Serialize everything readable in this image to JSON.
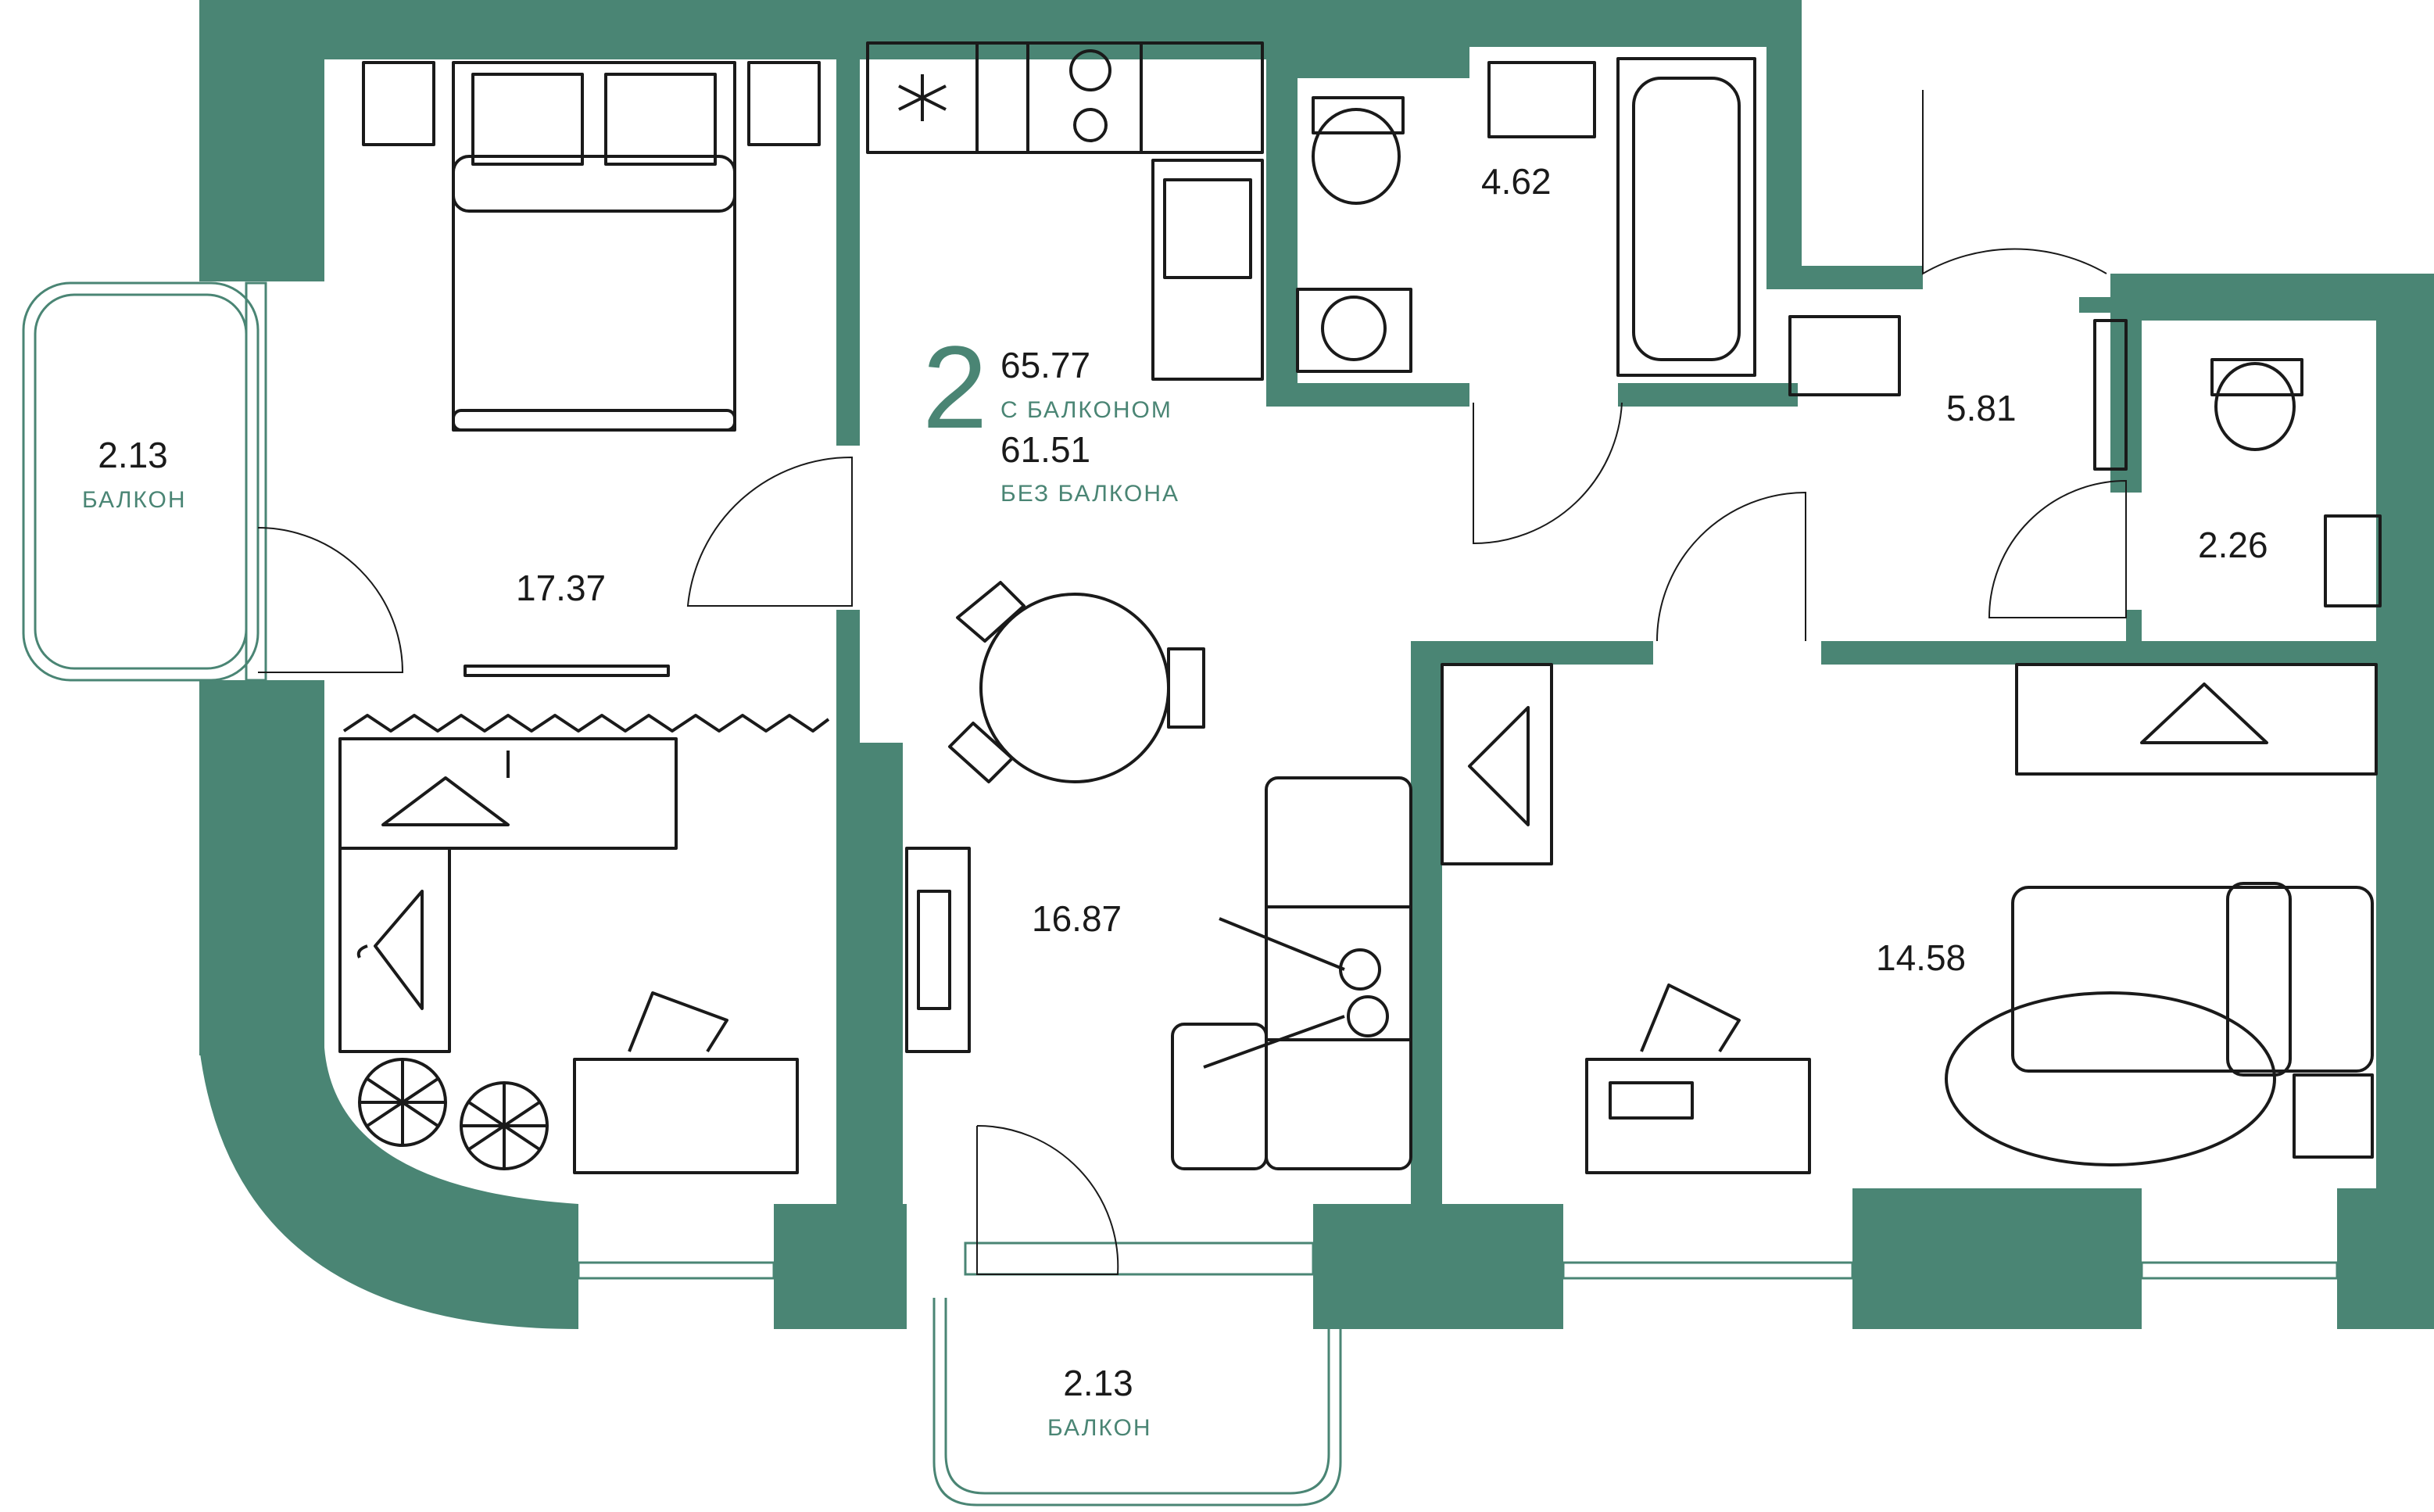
{
  "colors": {
    "wall": "#4a8574",
    "accent": "#4a8574",
    "furniture": "#1a1a1a",
    "background": "#ffffff"
  },
  "apartment": {
    "rooms_count": "2",
    "area_with_balcony": "65.77",
    "with_balcony_label": "С БАЛКОНОМ",
    "area_without_balcony": "61.51",
    "without_balcony_label": "БЕЗ БАЛКОНА"
  },
  "rooms": {
    "bedroom": "17.37",
    "living": "16.87",
    "second_room": "14.58",
    "bathroom": "4.62",
    "hall": "5.81",
    "wc": "2.26"
  },
  "balconies": {
    "left": {
      "area": "2.13",
      "label": "БАЛКОН"
    },
    "bottom": {
      "area": "2.13",
      "label": "БАЛКОН"
    }
  },
  "icons": [
    "snowflake-icon",
    "hanger-icon",
    "plant-icon",
    "laptop-icon",
    "tv-icon",
    "bed-icon",
    "sofa-icon",
    "bathtub-icon",
    "toilet-icon",
    "washing-machine-icon",
    "sink-icon",
    "stove-icon",
    "door-swing-icon"
  ]
}
